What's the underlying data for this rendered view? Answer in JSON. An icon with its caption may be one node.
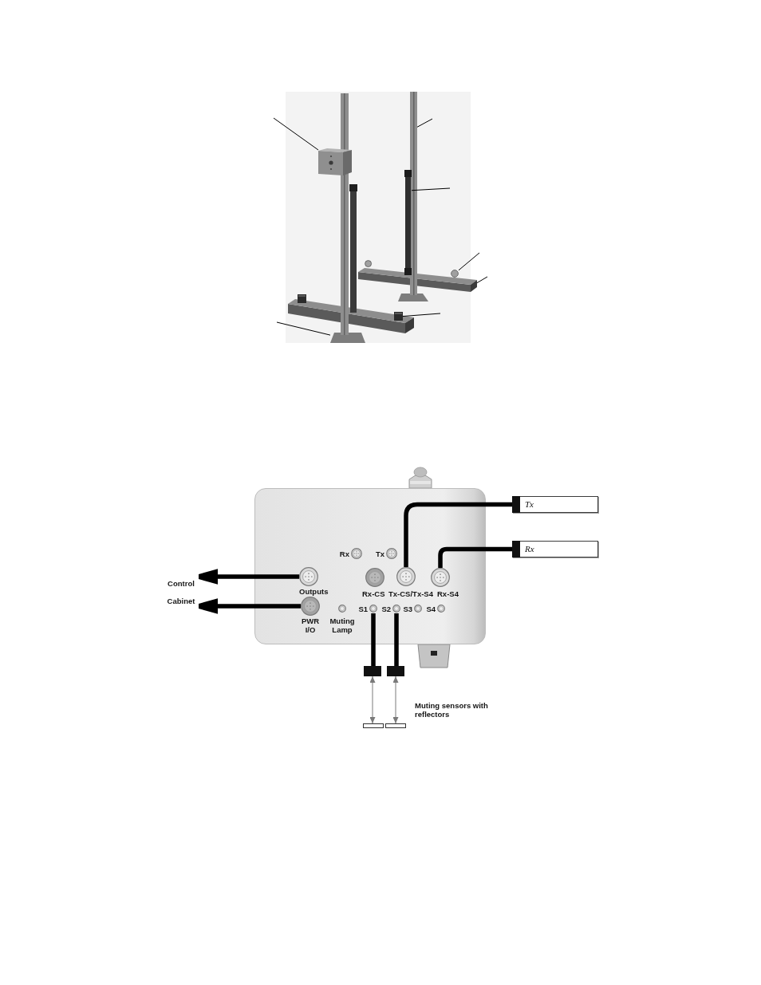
{
  "diagram": {
    "nodes": [
      {
        "text": [],
        "shape": "box"
      },
      {
        "text": [],
        "shape": "bar"
      },
      {
        "text": [],
        "shape": "bar"
      },
      {
        "text": [],
        "shape": "circle"
      },
      {
        "text": [],
        "shape": "bar"
      },
      {
        "text": [],
        "shape": "box"
      },
      {
        "text": [],
        "shape": "box"
      },
      {
        "text": [],
        "shape": "box"
      },
      {
        "text": [
          "Tx"
        ]
      },
      {
        "text": [
          "Rx"
        ],
        "in": 7
      },
      {
        "text": [
          "Tx"
        ],
        "in": 7
      },
      {
        "text": [
          "Rx"
        ]
      },
      {
        "text": [
          "Control Cabinet"
        ]
      },
      {
        "text": [
          "Outputs"
        ],
        "in": 7
      },
      {
        "text": [
          "Rx-CS"
        ],
        "in": 7
      },
      {
        "text": [
          "Tx-CS/Tx-S4"
        ],
        "in": 7
      },
      {
        "text": [
          "Rx-S4"
        ],
        "in": 7
      },
      {
        "text": [
          "PWR I/O"
        ],
        "in": 7
      },
      {
        "text": [
          "Muting Lamp"
        ],
        "in": 7
      },
      {
        "text": [
          "S1"
        ],
        "in": 7
      },
      {
        "text": [
          "S2"
        ],
        "in": 7
      },
      {
        "text": [
          "S3"
        ],
        "in": 7
      },
      {
        "text": [
          "S4"
        ],
        "in": 7
      },
      {
        "text": [],
        "shape": "box"
      },
      {
        "text": [],
        "shape": "box"
      },
      {
        "text": [],
        "shape": "bar"
      },
      {
        "text": [],
        "shape": "bar"
      }
    ],
    "edges": [
      {
        "from": null,
        "to": 0,
        "arrow": "none"
      },
      {
        "from": null,
        "to": 1,
        "arrow": "none"
      },
      {
        "from": null,
        "to": 2,
        "arrow": "none"
      },
      {
        "from": null,
        "to": 3,
        "arrow": "none"
      },
      {
        "from": null,
        "to": 4,
        "arrow": "none"
      },
      {
        "from": null,
        "to": 5,
        "arrow": "none"
      },
      {
        "from": null,
        "to": 6,
        "arrow": "none"
      },
      {
        "from": 13,
        "to": 12,
        "arrow": "to",
        "style": "thick"
      },
      {
        "from": 17,
        "to": 12,
        "arrow": "to",
        "style": "thick"
      },
      {
        "from": 15,
        "to": 8,
        "arrow": "none",
        "style": "thick"
      },
      {
        "from": 16,
        "to": 11,
        "arrow": "none",
        "style": "thick"
      },
      {
        "from": 19,
        "to": 23,
        "arrow": "none",
        "style": "thick"
      },
      {
        "from": 20,
        "to": 24,
        "arrow": "none",
        "style": "thick"
      },
      {
        "from": 23,
        "to": 25,
        "arrow": "both",
        "color": "#7a7a7a"
      },
      {
        "from": 24,
        "to": 26,
        "arrow": "both",
        "color": "#7a7a7a"
      }
    ],
    "labels": [
      "Muting sensors with reflectors"
    ]
  }
}
